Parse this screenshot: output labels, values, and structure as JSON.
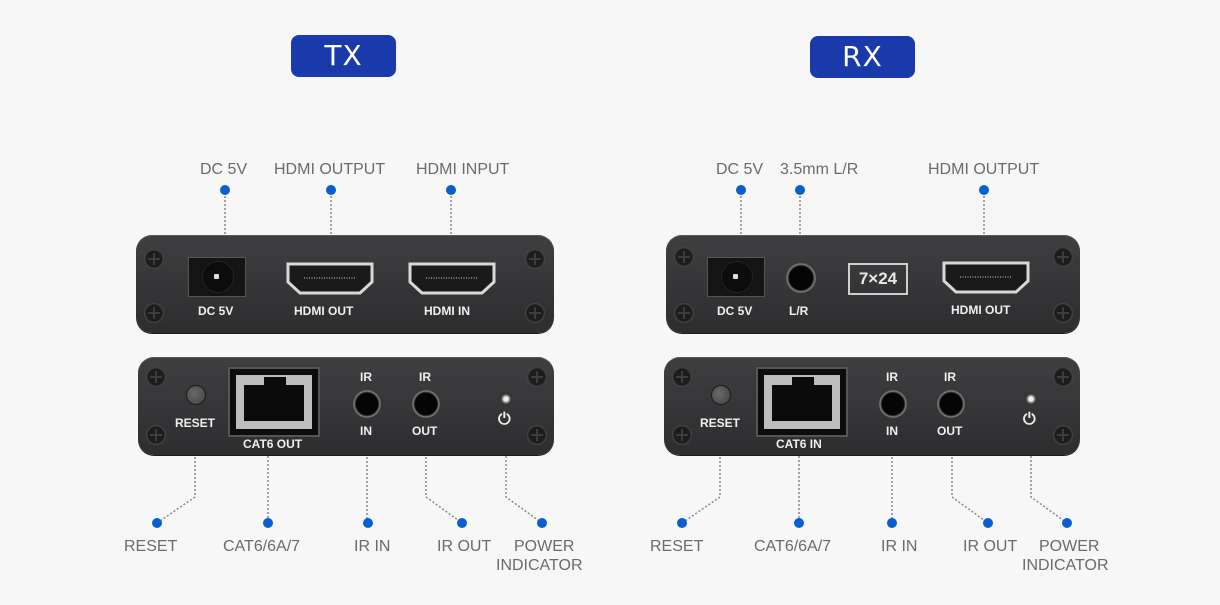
{
  "colors": {
    "badge": "#1a3aac",
    "dot": "#0a5fcf",
    "panel": "#363638",
    "background": "#f7f7f7",
    "label": "#6b6b6b"
  },
  "tx": {
    "title": "TX",
    "top_callouts": [
      "DC 5V",
      "HDMI OUTPUT",
      "HDMI INPUT"
    ],
    "front_panel": {
      "dc": "DC 5V",
      "hdmi_out": "HDMI OUT",
      "hdmi_in": "HDMI IN"
    },
    "rear_panel": {
      "reset": "RESET",
      "cat6": "CAT6 OUT",
      "ir_top": "IR",
      "ir_in": "IN",
      "ir_out": "OUT",
      "power_icon": "power-icon"
    },
    "bottom_callouts": [
      "RESET",
      "CAT6/6A/7",
      "IR IN",
      "IR OUT",
      "POWER",
      "INDICATOR"
    ]
  },
  "rx": {
    "title": "RX",
    "top_callouts": [
      "DC 5V",
      "3.5mm L/R",
      "HDMI OUTPUT"
    ],
    "front_panel": {
      "dc": "DC 5V",
      "audio": "L/R",
      "badge": "7×24",
      "hdmi_out": "HDMI OUT"
    },
    "rear_panel": {
      "reset": "RESET",
      "cat6": "CAT6 IN",
      "ir_top": "IR",
      "ir_in": "IN",
      "ir_out": "OUT",
      "power_icon": "power-icon"
    },
    "bottom_callouts": [
      "RESET",
      "CAT6/6A/7",
      "IR IN",
      "IR OUT",
      "POWER",
      "INDICATOR"
    ]
  }
}
